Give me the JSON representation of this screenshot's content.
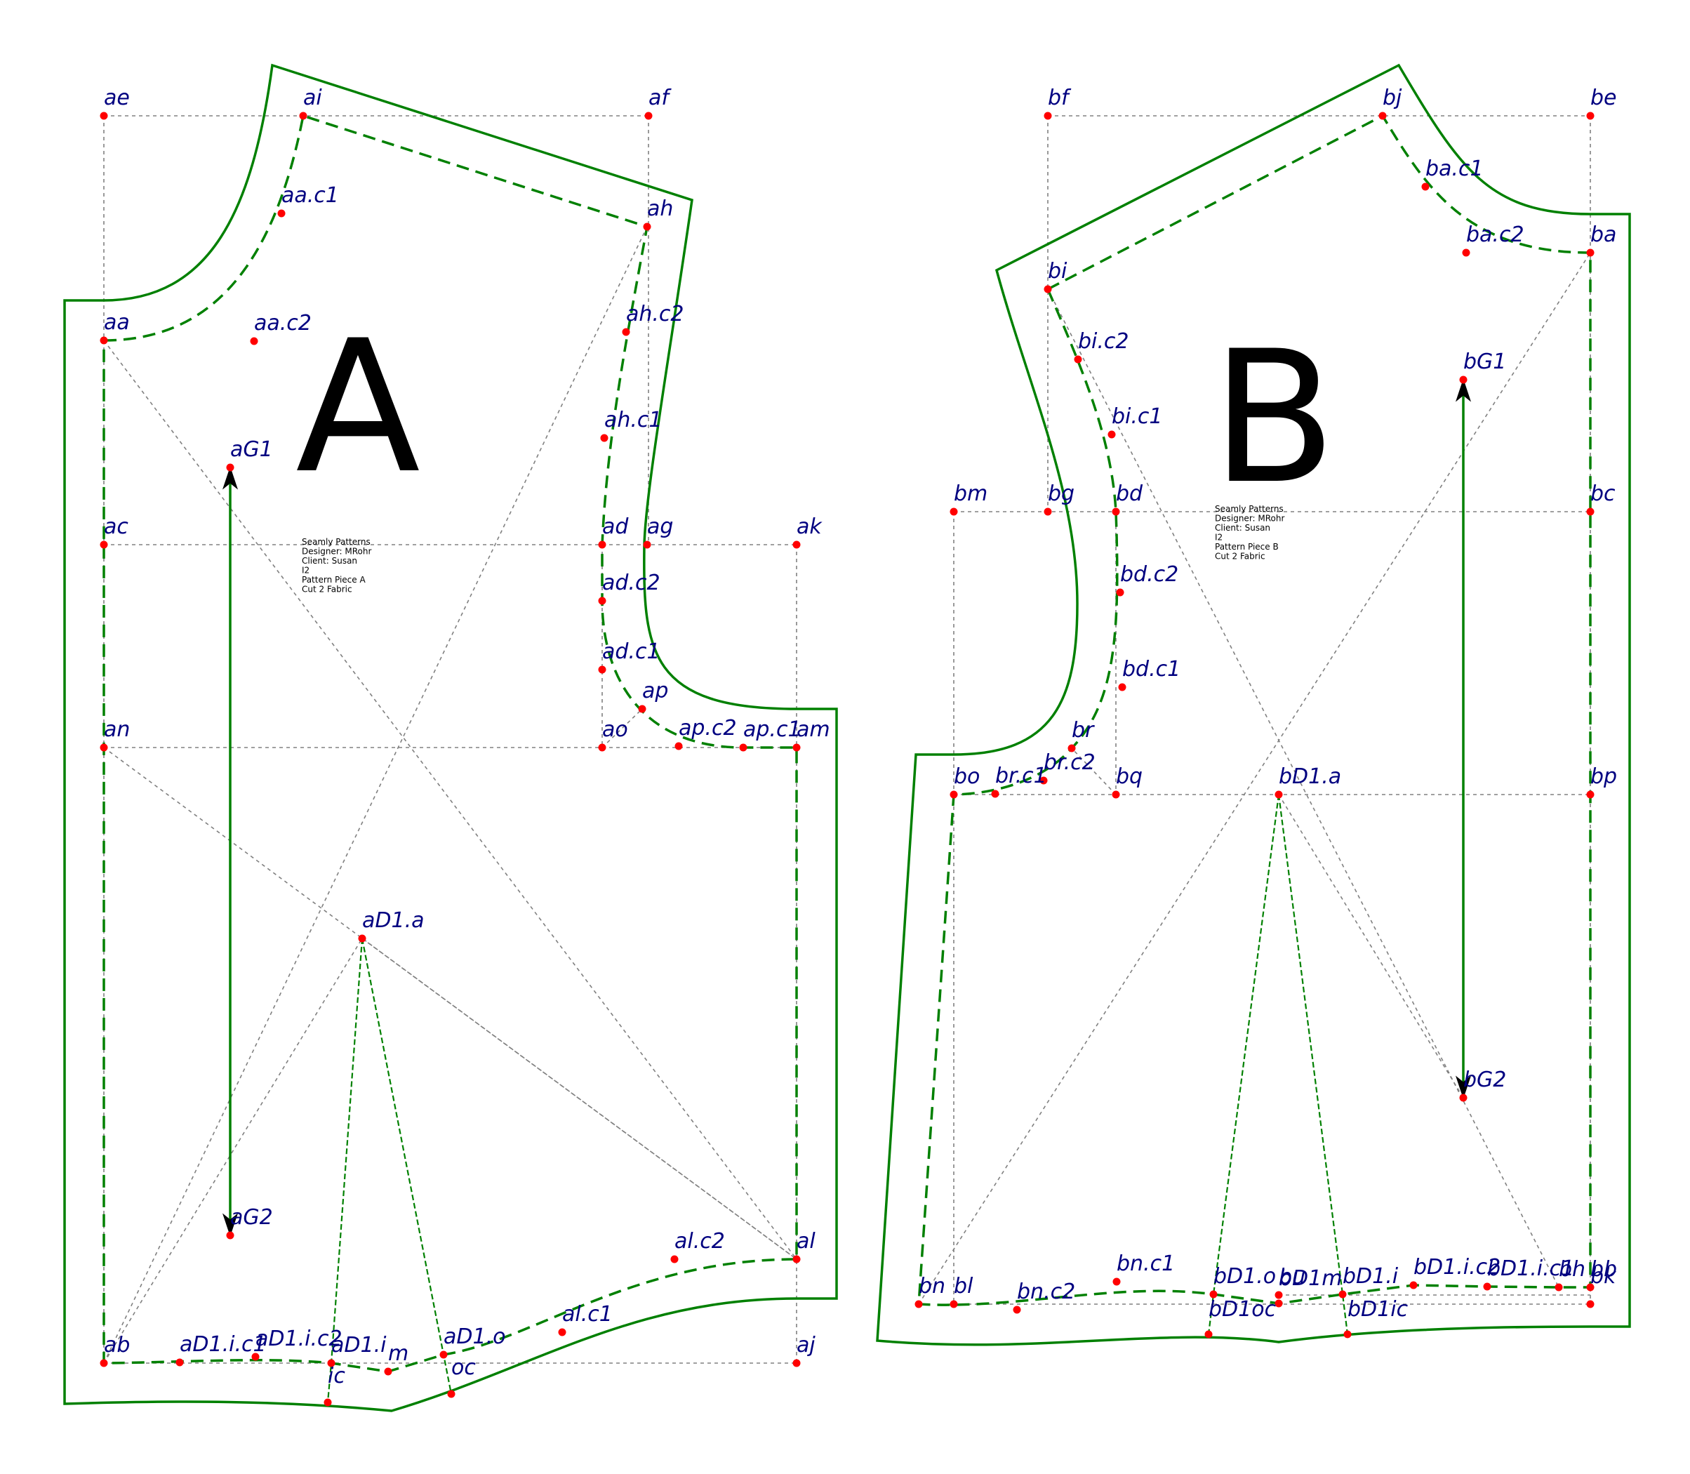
{
  "colors": {
    "cut": "#008000",
    "seam": "#008000",
    "construction": "#808080",
    "label": "#000080",
    "point": "#ff0000",
    "grain": "#008000",
    "text": "#000000"
  },
  "pieces": [
    {
      "id": "A",
      "letter": "A",
      "info_lines": [
        "Seamly Patterns",
        "Designer: MRohr",
        "Client: Susan",
        "I2",
        "Pattern Piece A",
        "Cut 2 Fabric"
      ],
      "points": [
        {
          "name": "ae",
          "label": "ae"
        },
        {
          "name": "ai",
          "label": "ai"
        },
        {
          "name": "af",
          "label": "af"
        },
        {
          "name": "aa.c1",
          "label": "aa.c1"
        },
        {
          "name": "ah",
          "label": "ah"
        },
        {
          "name": "aa",
          "label": "aa"
        },
        {
          "name": "aa.c2",
          "label": "aa.c2"
        },
        {
          "name": "ah.c2",
          "label": "ah.c2"
        },
        {
          "name": "aG1",
          "label": "aG1"
        },
        {
          "name": "ah.c1",
          "label": "ah.c1"
        },
        {
          "name": "ac",
          "label": "ac"
        },
        {
          "name": "ad",
          "label": "ad"
        },
        {
          "name": "ag",
          "label": "ag"
        },
        {
          "name": "ak",
          "label": "ak"
        },
        {
          "name": "ad.c2",
          "label": "ad.c2"
        },
        {
          "name": "ad.c1",
          "label": "ad.c1"
        },
        {
          "name": "ap",
          "label": "ap"
        },
        {
          "name": "an",
          "label": "an"
        },
        {
          "name": "ao",
          "label": "ao"
        },
        {
          "name": "ap.c2",
          "label": "ap.c2"
        },
        {
          "name": "ap.c1",
          "label": "ap.c1"
        },
        {
          "name": "am",
          "label": "am"
        },
        {
          "name": "aD1.a",
          "label": "aD1.a"
        },
        {
          "name": "aG2",
          "label": "aG2"
        },
        {
          "name": "al.c2",
          "label": "al.c2"
        },
        {
          "name": "al",
          "label": "al"
        },
        {
          "name": "al.c1",
          "label": "al.c1"
        },
        {
          "name": "ab",
          "label": "ab"
        },
        {
          "name": "aD1.i.c1",
          "label": "aD1.i.c1"
        },
        {
          "name": "aD1.i.c2",
          "label": "aD1.i.c2"
        },
        {
          "name": "aD1.i",
          "label": "aD1.i"
        },
        {
          "name": "m",
          "label": "m"
        },
        {
          "name": "aD1.o",
          "label": "aD1.o"
        },
        {
          "name": "aj",
          "label": "aj"
        },
        {
          "name": "ic",
          "label": "ic"
        },
        {
          "name": "oc",
          "label": "oc"
        }
      ]
    },
    {
      "id": "B",
      "letter": "B",
      "info_lines": [
        "Seamly Patterns",
        "Designer: MRohr",
        "Client: Susan",
        "I2",
        "Pattern Piece B",
        "Cut 2 Fabric"
      ],
      "points": [
        {
          "name": "bf",
          "label": "bf"
        },
        {
          "name": "bj",
          "label": "bj"
        },
        {
          "name": "be",
          "label": "be"
        },
        {
          "name": "ba.c1",
          "label": "ba.c1"
        },
        {
          "name": "ba.c2",
          "label": "ba.c2"
        },
        {
          "name": "ba",
          "label": "ba"
        },
        {
          "name": "bi",
          "label": "bi"
        },
        {
          "name": "bi.c2",
          "label": "bi.c2"
        },
        {
          "name": "bG1",
          "label": "bG1"
        },
        {
          "name": "bi.c1",
          "label": "bi.c1"
        },
        {
          "name": "bm",
          "label": "bm"
        },
        {
          "name": "bg",
          "label": "bg"
        },
        {
          "name": "bd",
          "label": "bd"
        },
        {
          "name": "bc",
          "label": "bc"
        },
        {
          "name": "bd.c2",
          "label": "bd.c2"
        },
        {
          "name": "bd.c1",
          "label": "bd.c1"
        },
        {
          "name": "br",
          "label": "br"
        },
        {
          "name": "br.c2",
          "label": "br.c2"
        },
        {
          "name": "bo",
          "label": "bo"
        },
        {
          "name": "br.c1",
          "label": "br.c1"
        },
        {
          "name": "bq",
          "label": "bq"
        },
        {
          "name": "bD1.a",
          "label": "bD1.a"
        },
        {
          "name": "bp",
          "label": "bp"
        },
        {
          "name": "bG2",
          "label": "bG2"
        },
        {
          "name": "bn.c1",
          "label": "bn.c1"
        },
        {
          "name": "bD1.o",
          "label": "bD1.o"
        },
        {
          "name": "bu",
          "label": "bu"
        },
        {
          "name": "bD1.i",
          "label": "bD1.i"
        },
        {
          "name": "bD1.i.c2",
          "label": "bD1.i.c2"
        },
        {
          "name": "bD1.i.c1",
          "label": "bD1.i.c1"
        },
        {
          "name": "bh",
          "label": "bh"
        },
        {
          "name": "bb",
          "label": "bb"
        },
        {
          "name": "bn",
          "label": "bn"
        },
        {
          "name": "bl",
          "label": "bl"
        },
        {
          "name": "bn.c2",
          "label": "bn.c2"
        },
        {
          "name": "bD1m",
          "label": "bD1m"
        },
        {
          "name": "bk",
          "label": "bk"
        },
        {
          "name": "bD1oc",
          "label": "bD1oc"
        },
        {
          "name": "bD1ic",
          "label": "bD1ic"
        }
      ]
    }
  ]
}
